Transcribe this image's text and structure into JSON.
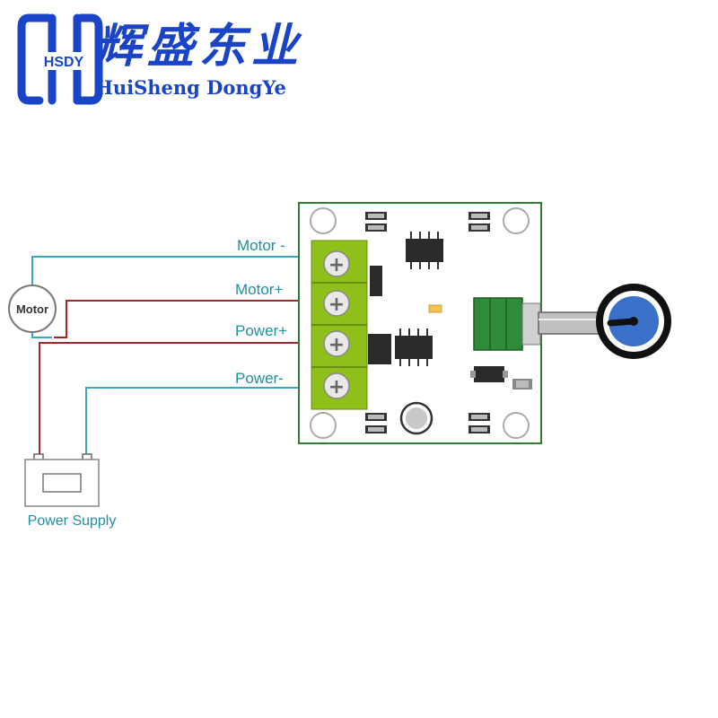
{
  "brand": {
    "monogram": "HSDY",
    "name_cn": "辉盛东业",
    "name_en": "HuiSheng DongYe",
    "color": "#1a44c8"
  },
  "wiring": {
    "terminals": [
      {
        "label": "Motor -",
        "symbol": "+",
        "wire_color": "#3aa5bf"
      },
      {
        "label": "Motor+",
        "symbol": "+",
        "wire_color": "#a3262a"
      },
      {
        "label": "Power+",
        "symbol": "+",
        "wire_color": "#a3262a"
      },
      {
        "label": "Power-",
        "symbol": "+",
        "wire_color": "#3aa5bf"
      }
    ],
    "motor_label": "Motor",
    "supply_label": "Power Supply"
  },
  "colors": {
    "board_border": "#2e7d32",
    "terminal_block": "#8fbf1a",
    "potentiometer": "#2e8b3a",
    "knob": "#3a70c8"
  }
}
